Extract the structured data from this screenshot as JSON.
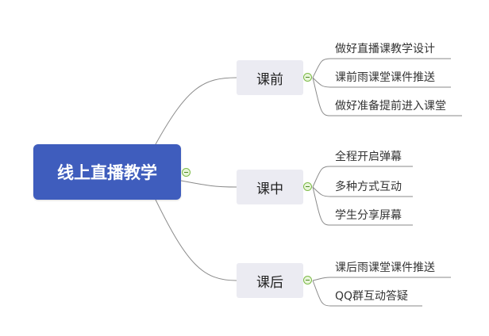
{
  "root": {
    "label": "线上直播教学"
  },
  "branches": [
    {
      "label": "课前",
      "children": [
        "做好直播课教学设计",
        "课前雨课堂课件推送",
        "做好准备提前进入课堂"
      ]
    },
    {
      "label": "课中",
      "children": [
        "全程开启弹幕",
        "多种方式互动",
        "学生分享屏幕"
      ]
    },
    {
      "label": "课后",
      "children": [
        "课后雨课堂课件推送",
        "QQ群互动答疑"
      ]
    }
  ],
  "colors": {
    "root_fill": "#3f5dbd",
    "branch_fill": "#ebebf2",
    "connector": "#8a8a8a",
    "toggle_fill": "#e8f5d9",
    "toggle_border": "#7dbb48"
  }
}
